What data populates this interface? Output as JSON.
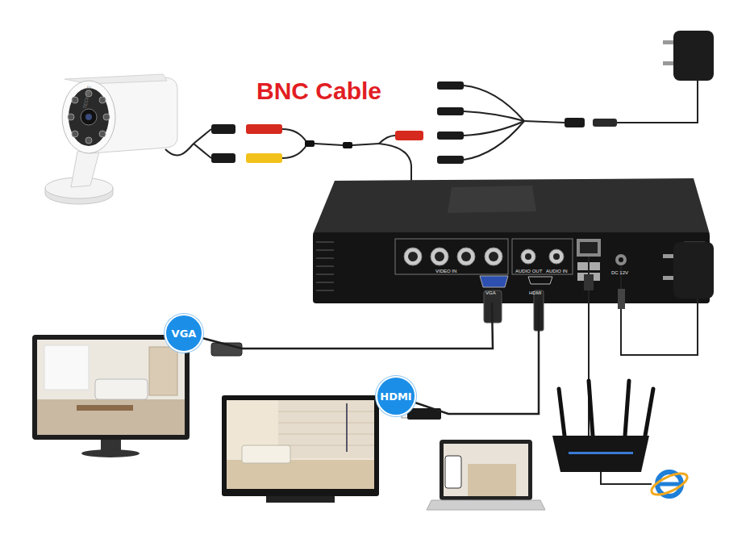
{
  "diagram": {
    "nodes": [
      {
        "text": [
          "VIDEO IN",
          "AUDIO OUT",
          "AUDIO IN",
          "VGA",
          "HDMI",
          "DC 12V"
        ]
      },
      {
        "text": [
          "VGA"
        ]
      },
      {
        "text": [
          "HDMI"
        ]
      }
    ],
    "edges": [
      {
        "from": 0,
        "to": 1,
        "arrow": "none"
      },
      {
        "from": 0,
        "to": 2,
        "arrow": "none"
      }
    ],
    "labels": [
      "BNC Cable",
      "TECHAGE"
    ]
  }
}
